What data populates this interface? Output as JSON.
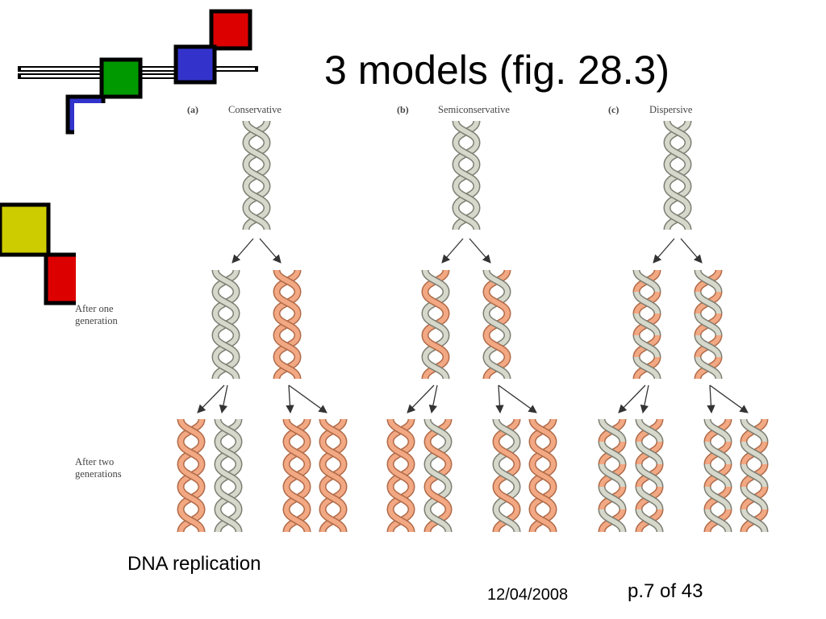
{
  "slide": {
    "title": "3 models (fig. 28.3)",
    "caption": "DNA replication",
    "date": "12/04/2008",
    "page": "p.7 of 43"
  },
  "colors": {
    "parent_strand": "#d6d8cb",
    "parent_outline": "#7c7e72",
    "new_strand": "#f2a882",
    "new_outline": "#b06a48",
    "deco_red": "#dd0000",
    "deco_blue": "#3333cc",
    "deco_green": "#009900",
    "deco_yellow": "#cccc00"
  },
  "figure": {
    "row_labels": {
      "gen1": [
        "After one",
        "generation"
      ],
      "gen2": [
        "After two",
        "generations"
      ]
    },
    "panels": [
      {
        "id": "conservative",
        "letter": "(a)",
        "label": "Conservative",
        "parent": [
          "old-old"
        ],
        "gen1": [
          "old-old",
          "new-new"
        ],
        "gen2": [
          "new-new",
          "old-old",
          "new-new",
          "new-new"
        ]
      },
      {
        "id": "semiconservative",
        "letter": "(b)",
        "label": "Semiconservative",
        "parent": [
          "old-old"
        ],
        "gen1": [
          "old-new",
          "old-new"
        ],
        "gen2": [
          "new-new",
          "old-new",
          "old-new",
          "new-new"
        ]
      },
      {
        "id": "dispersive",
        "letter": "(c)",
        "label": "Dispersive",
        "parent": [
          "old-old"
        ],
        "gen1": [
          "mixed",
          "mixed"
        ],
        "gen2": [
          "mixed",
          "mixed",
          "mixed",
          "mixed"
        ]
      }
    ]
  }
}
